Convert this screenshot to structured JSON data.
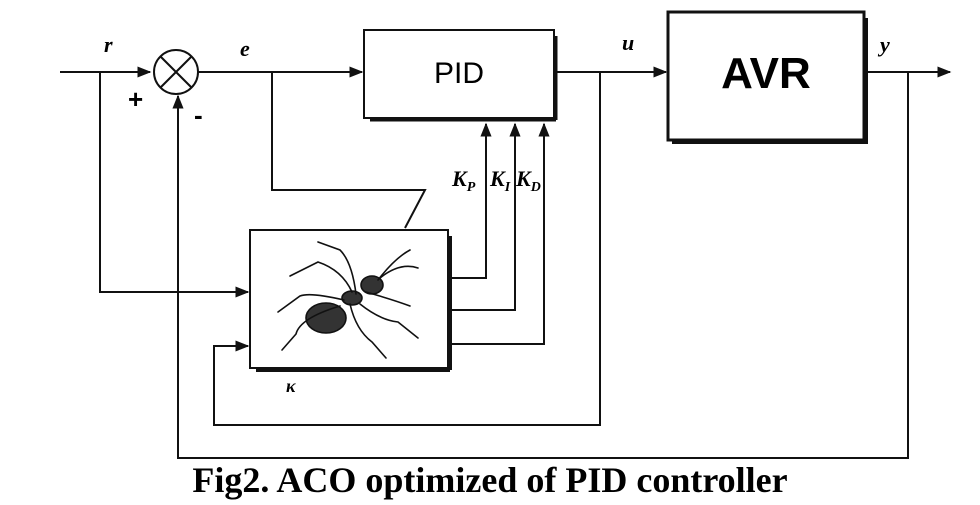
{
  "signals": {
    "r": "r",
    "e": "e",
    "u": "u",
    "y": "y",
    "plus": "+",
    "minus": "-",
    "ant_out": "κ"
  },
  "blocks": {
    "pid": "PID",
    "avr": "AVR"
  },
  "gains": {
    "kp_main": "K",
    "kp_sub": "P",
    "ki_main": "K",
    "ki_sub": "I",
    "kd_main": "K",
    "kd_sub": "D"
  },
  "caption": "Fig2. ACO optimized of PID controller",
  "colors": {
    "line": "#111111",
    "background": "#ffffff"
  }
}
